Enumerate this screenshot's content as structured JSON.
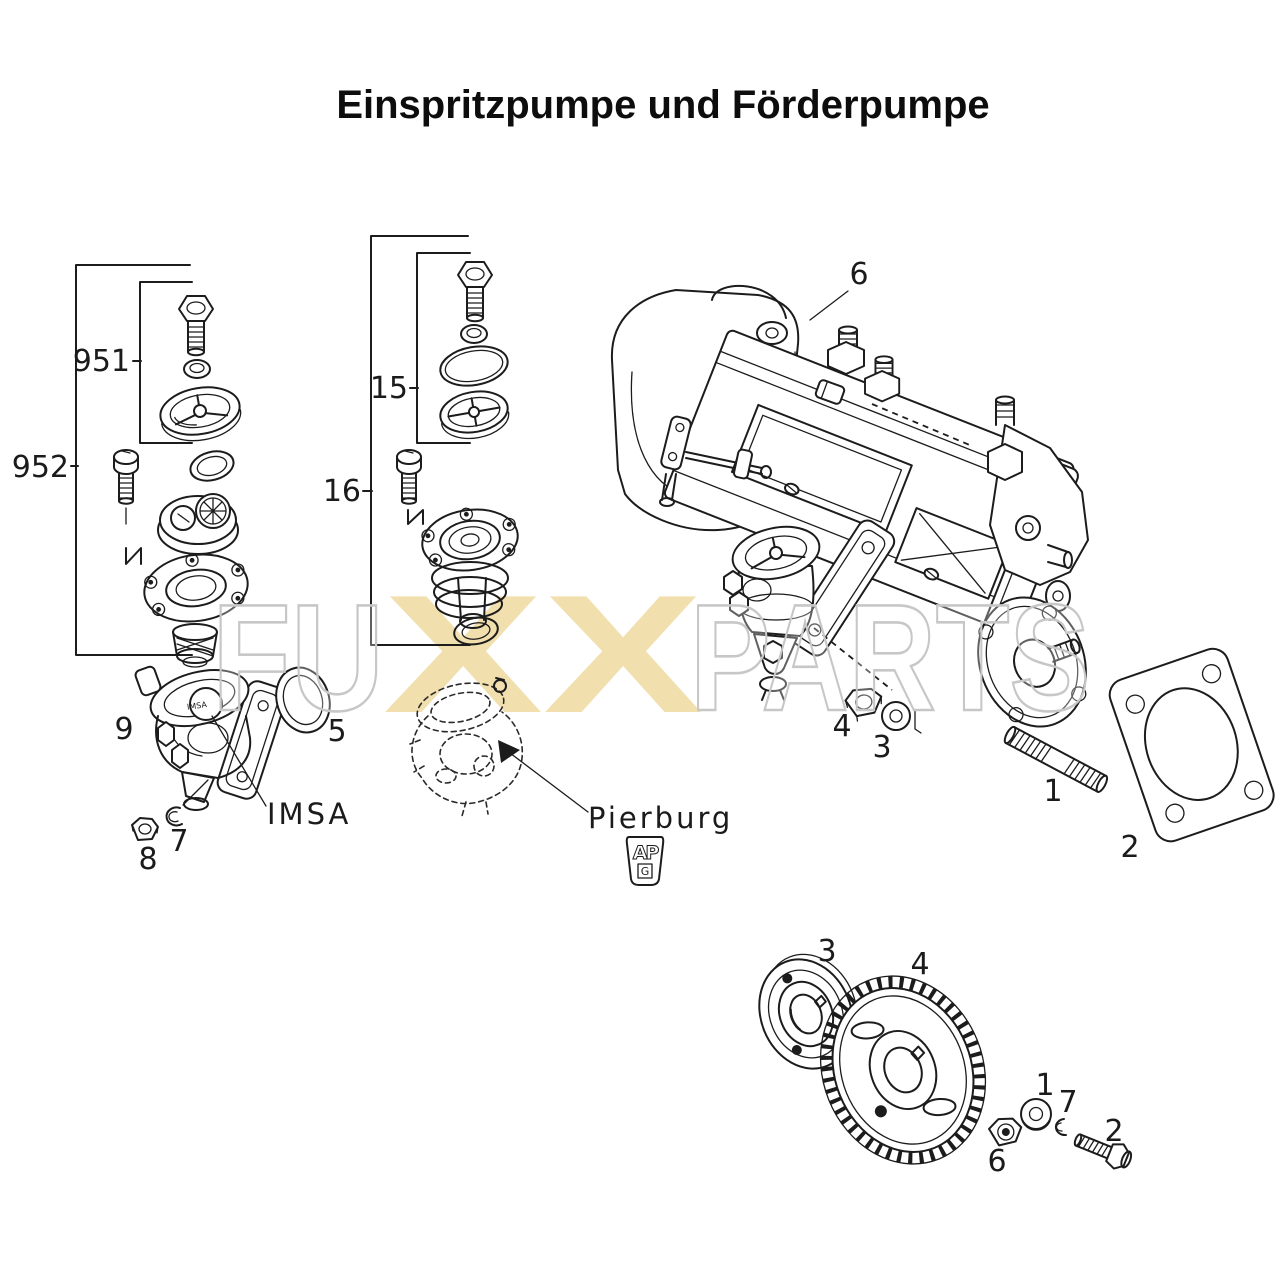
{
  "title": "Einspritzpumpe und Förderpumpe",
  "watermark": {
    "left": "FU",
    "middle": "XX",
    "right": "PARTS",
    "xx_color": "#f2dfae",
    "outline_color": "#c7c7c7"
  },
  "brands": {
    "imsa": {
      "label": "IMSA",
      "stamp": "IMSA"
    },
    "pierburg": {
      "label": "Pierburg",
      "badge_top": "AP",
      "badge_bottom": "G"
    }
  },
  "callouts": {
    "left_assembly": {
      "inner_group": "951",
      "outer_group": "952"
    },
    "middle_assembly": {
      "inner_group": "15",
      "outer_group": "16"
    },
    "pump": {
      "body": "6",
      "stud": "1",
      "gasket": "2",
      "washer": "3",
      "nut": "4"
    },
    "feed_pumps": {
      "imsa_pump": "9",
      "seal_ring": "5",
      "lock_ring": "7",
      "nut": "8"
    },
    "gear_set": {
      "hub_flange": "3",
      "gear": "4",
      "washer": "1",
      "lock_washer": "7",
      "bolt": "2",
      "nut": "6"
    }
  },
  "colors": {
    "line": "#1c1c1c",
    "background": "#ffffff"
  }
}
